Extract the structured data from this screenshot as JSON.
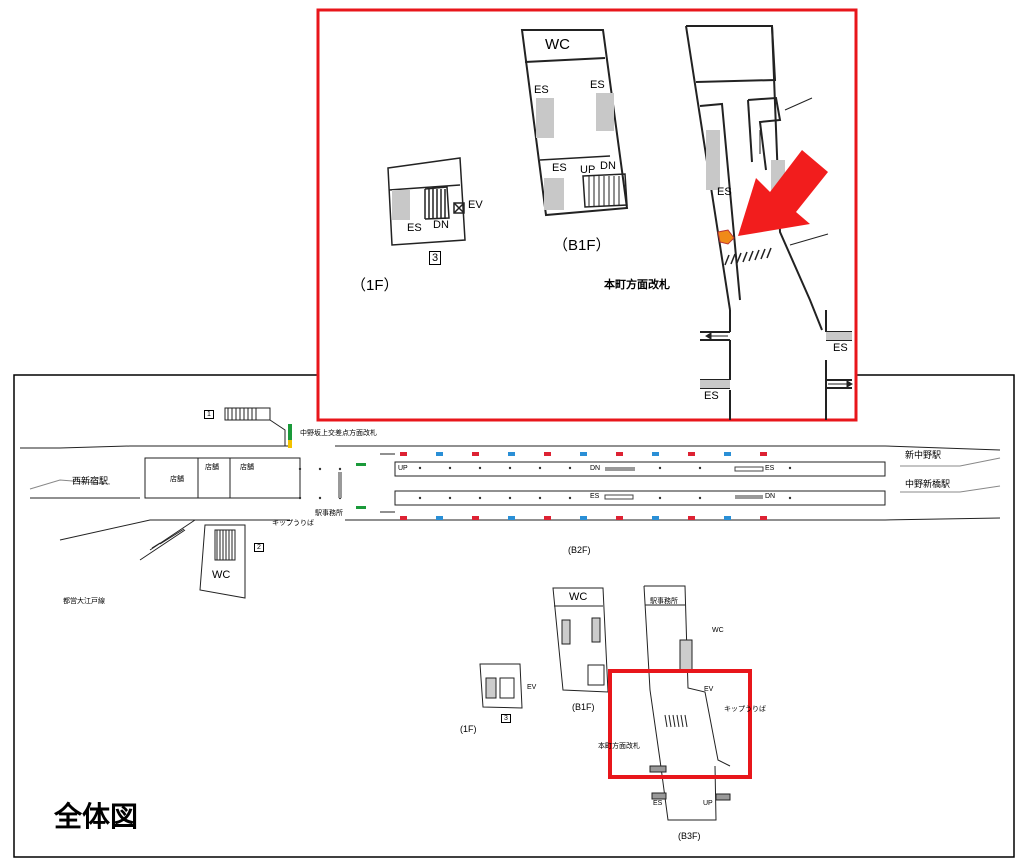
{
  "overview": {
    "title": "全体図",
    "stations": {
      "west": "西新宿駅",
      "east_top": "新中野駅",
      "east_bottom": "中野新橋駅"
    },
    "ticket_gate_top": "中野坂上交差点方面改札",
    "line_oedo": "都営大江戸線",
    "shops": [
      "店舗",
      "店舗",
      "店舗"
    ],
    "exits": {
      "exit1": "1",
      "exit2": "2",
      "exit3": "3"
    },
    "labels": {
      "wc": "WC",
      "up": "UP",
      "dn": "DN",
      "es": "ES",
      "ev": "EV",
      "office": "駅事務所",
      "kip": "キップうりば"
    },
    "floors": {
      "b2f": "(B2F)",
      "b1f": "(B1F)",
      "f1": "(1F)",
      "b3f": "(B3F)"
    },
    "gate_honcho": "本町方面改札"
  },
  "inset": {
    "floor_1f": "（1F）",
    "floor_b1f": "（B1F）",
    "exit3": "3",
    "gate": "本町方面改札",
    "wc": "WC",
    "es": "ES",
    "up": "UP",
    "dn": "DN",
    "ev": "EV"
  },
  "colors": {
    "highlight_border": "#e8161b",
    "arrow": "#f21d1d",
    "marker": "#f08a18",
    "escalator_gray": "#c8c8c8"
  }
}
